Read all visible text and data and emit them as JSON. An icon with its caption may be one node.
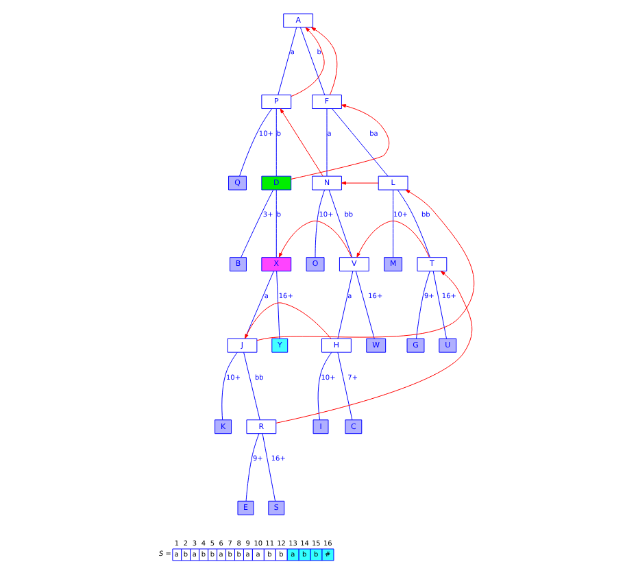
{
  "diagram": {
    "nodes": [
      {
        "text": [
          "A"
        ]
      },
      {
        "text": [
          "P"
        ]
      },
      {
        "text": [
          "F"
        ]
      },
      {
        "text": [
          "Q"
        ]
      },
      {
        "text": [
          "D"
        ]
      },
      {
        "text": [
          "N"
        ]
      },
      {
        "text": [
          "L"
        ]
      },
      {
        "text": [
          "B"
        ]
      },
      {
        "text": [
          "X"
        ]
      },
      {
        "text": [
          "O"
        ]
      },
      {
        "text": [
          "V"
        ]
      },
      {
        "text": [
          "M"
        ]
      },
      {
        "text": [
          "T"
        ]
      },
      {
        "text": [
          "J"
        ]
      },
      {
        "text": [
          "Y"
        ]
      },
      {
        "text": [
          "H"
        ]
      },
      {
        "text": [
          "W"
        ]
      },
      {
        "text": [
          "G"
        ]
      },
      {
        "text": [
          "U"
        ]
      },
      {
        "text": [
          "K"
        ]
      },
      {
        "text": [
          "R"
        ]
      },
      {
        "text": [
          "I"
        ]
      },
      {
        "text": [
          "C"
        ]
      },
      {
        "text": [
          "E"
        ]
      },
      {
        "text": [
          "S"
        ]
      }
    ],
    "edges": [
      {
        "from": 0,
        "to": 1,
        "arrow": "none",
        "label": "a"
      },
      {
        "from": 0,
        "to": 2,
        "arrow": "none",
        "label": "b"
      },
      {
        "from": 1,
        "to": 3,
        "arrow": "none",
        "label": "10+"
      },
      {
        "from": 1,
        "to": 4,
        "arrow": "none",
        "label": "b"
      },
      {
        "from": 2,
        "to": 5,
        "arrow": "none",
        "label": "a"
      },
      {
        "from": 2,
        "to": 6,
        "arrow": "none",
        "label": "ba"
      },
      {
        "from": 4,
        "to": 7,
        "arrow": "none",
        "label": "3+"
      },
      {
        "from": 4,
        "to": 8,
        "arrow": "none",
        "label": "b"
      },
      {
        "from": 5,
        "to": 9,
        "arrow": "none",
        "label": "10+"
      },
      {
        "from": 5,
        "to": 10,
        "arrow": "none",
        "label": "bb"
      },
      {
        "from": 6,
        "to": 11,
        "arrow": "none",
        "label": "10+"
      },
      {
        "from": 6,
        "to": 12,
        "arrow": "none",
        "label": "bb"
      },
      {
        "from": 8,
        "to": 13,
        "arrow": "none",
        "label": "a"
      },
      {
        "from": 8,
        "to": 14,
        "arrow": "none",
        "label": "16+"
      },
      {
        "from": 10,
        "to": 15,
        "arrow": "none",
        "label": "a"
      },
      {
        "from": 10,
        "to": 16,
        "arrow": "none",
        "label": "16+"
      },
      {
        "from": 12,
        "to": 17,
        "arrow": "none",
        "label": "9+"
      },
      {
        "from": 12,
        "to": 18,
        "arrow": "none",
        "label": "16+"
      },
      {
        "from": 13,
        "to": 19,
        "arrow": "none",
        "label": "10+"
      },
      {
        "from": 13,
        "to": 20,
        "arrow": "none",
        "label": "bb"
      },
      {
        "from": 15,
        "to": 21,
        "arrow": "none",
        "label": "10+"
      },
      {
        "from": 15,
        "to": 22,
        "arrow": "none",
        "label": "7+"
      },
      {
        "from": 20,
        "to": 23,
        "arrow": "none",
        "label": "9+"
      },
      {
        "from": 20,
        "to": 24,
        "arrow": "none",
        "label": "16+"
      },
      {
        "from": 1,
        "to": 0,
        "arrow": "to",
        "color": "#ff0000"
      },
      {
        "from": 2,
        "to": 0,
        "arrow": "to",
        "color": "#ff0000"
      },
      {
        "from": 5,
        "to": 1,
        "arrow": "to",
        "color": "#ff0000"
      },
      {
        "from": 4,
        "to": 2,
        "arrow": "to",
        "color": "#ff0000"
      },
      {
        "from": 6,
        "to": 5,
        "arrow": "to",
        "color": "#ff0000"
      },
      {
        "from": 10,
        "to": 8,
        "arrow": "to",
        "color": "#ff0000"
      },
      {
        "from": 12,
        "to": 10,
        "arrow": "to",
        "color": "#ff0000"
      },
      {
        "from": 13,
        "to": 6,
        "arrow": "to",
        "color": "#ff0000"
      },
      {
        "from": 15,
        "to": 13,
        "arrow": "to",
        "color": "#ff0000"
      },
      {
        "from": 20,
        "to": 12,
        "arrow": "to",
        "color": "#ff0000"
      }
    ],
    "labels": [
      "S =",
      "1",
      "2",
      "3",
      "4",
      "5",
      "6",
      "7",
      "8",
      "9",
      "10",
      "11",
      "12",
      "13",
      "14",
      "15",
      "16",
      "a",
      "b",
      "a",
      "b",
      "b",
      "a",
      "b",
      "b",
      "a",
      "a",
      "b",
      "b",
      "a",
      "b",
      "b",
      "#"
    ]
  }
}
